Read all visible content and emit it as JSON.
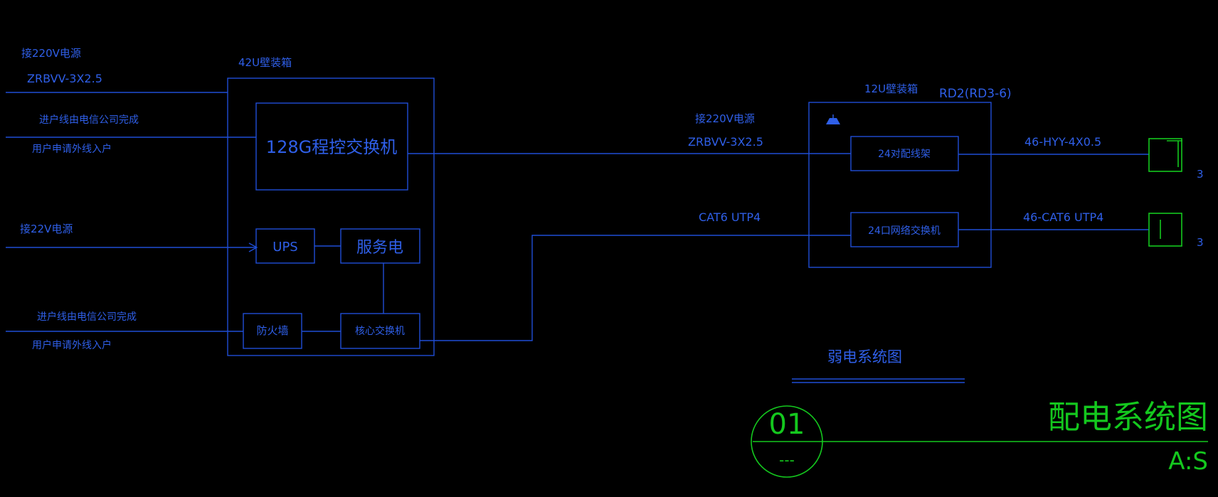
{
  "colors": {
    "background": "#000000",
    "lines": "#1f4ed6",
    "text": "#2f5fe8",
    "title": "#14c81e"
  },
  "left": {
    "power_in_1": {
      "label": "接220V电源",
      "cable": "ZRBVV-3X2.5"
    },
    "telecom_in_1": {
      "line1": "进户线由电信公司完成",
      "line2": "用户申请外线入户"
    },
    "power_in_2": {
      "label": "接22V电源"
    },
    "telecom_in_2": {
      "line1": "进户线由电信公司完成",
      "line2": "用户申请外线入户"
    }
  },
  "cabinet_42u": {
    "title": "42U壁装箱",
    "pbx": "128G程控交换机",
    "ups": "UPS",
    "server": "服务电",
    "firewall": "防火墙",
    "core_switch": "核心交换机"
  },
  "middle": {
    "power": {
      "label": "接220V电源",
      "cable": "ZRBVV-3X2.5"
    },
    "network": {
      "cable": "CAT6  UTP4"
    }
  },
  "cabinet_12u": {
    "title": "12U壁装箱",
    "code": "RD2(RD3-6)",
    "patch_panel": "24对配线架",
    "network_switch": "24口网络交换机"
  },
  "right": {
    "phone_cable": "46-HYY-4X0.5",
    "data_cable": "46-CAT6  UTP4",
    "phone_count": "3",
    "data_count": "3"
  },
  "caption": "弱电系统图",
  "title_block": {
    "number": "01",
    "sheet": "---",
    "title": "配电系统图",
    "scale": "A:S"
  }
}
